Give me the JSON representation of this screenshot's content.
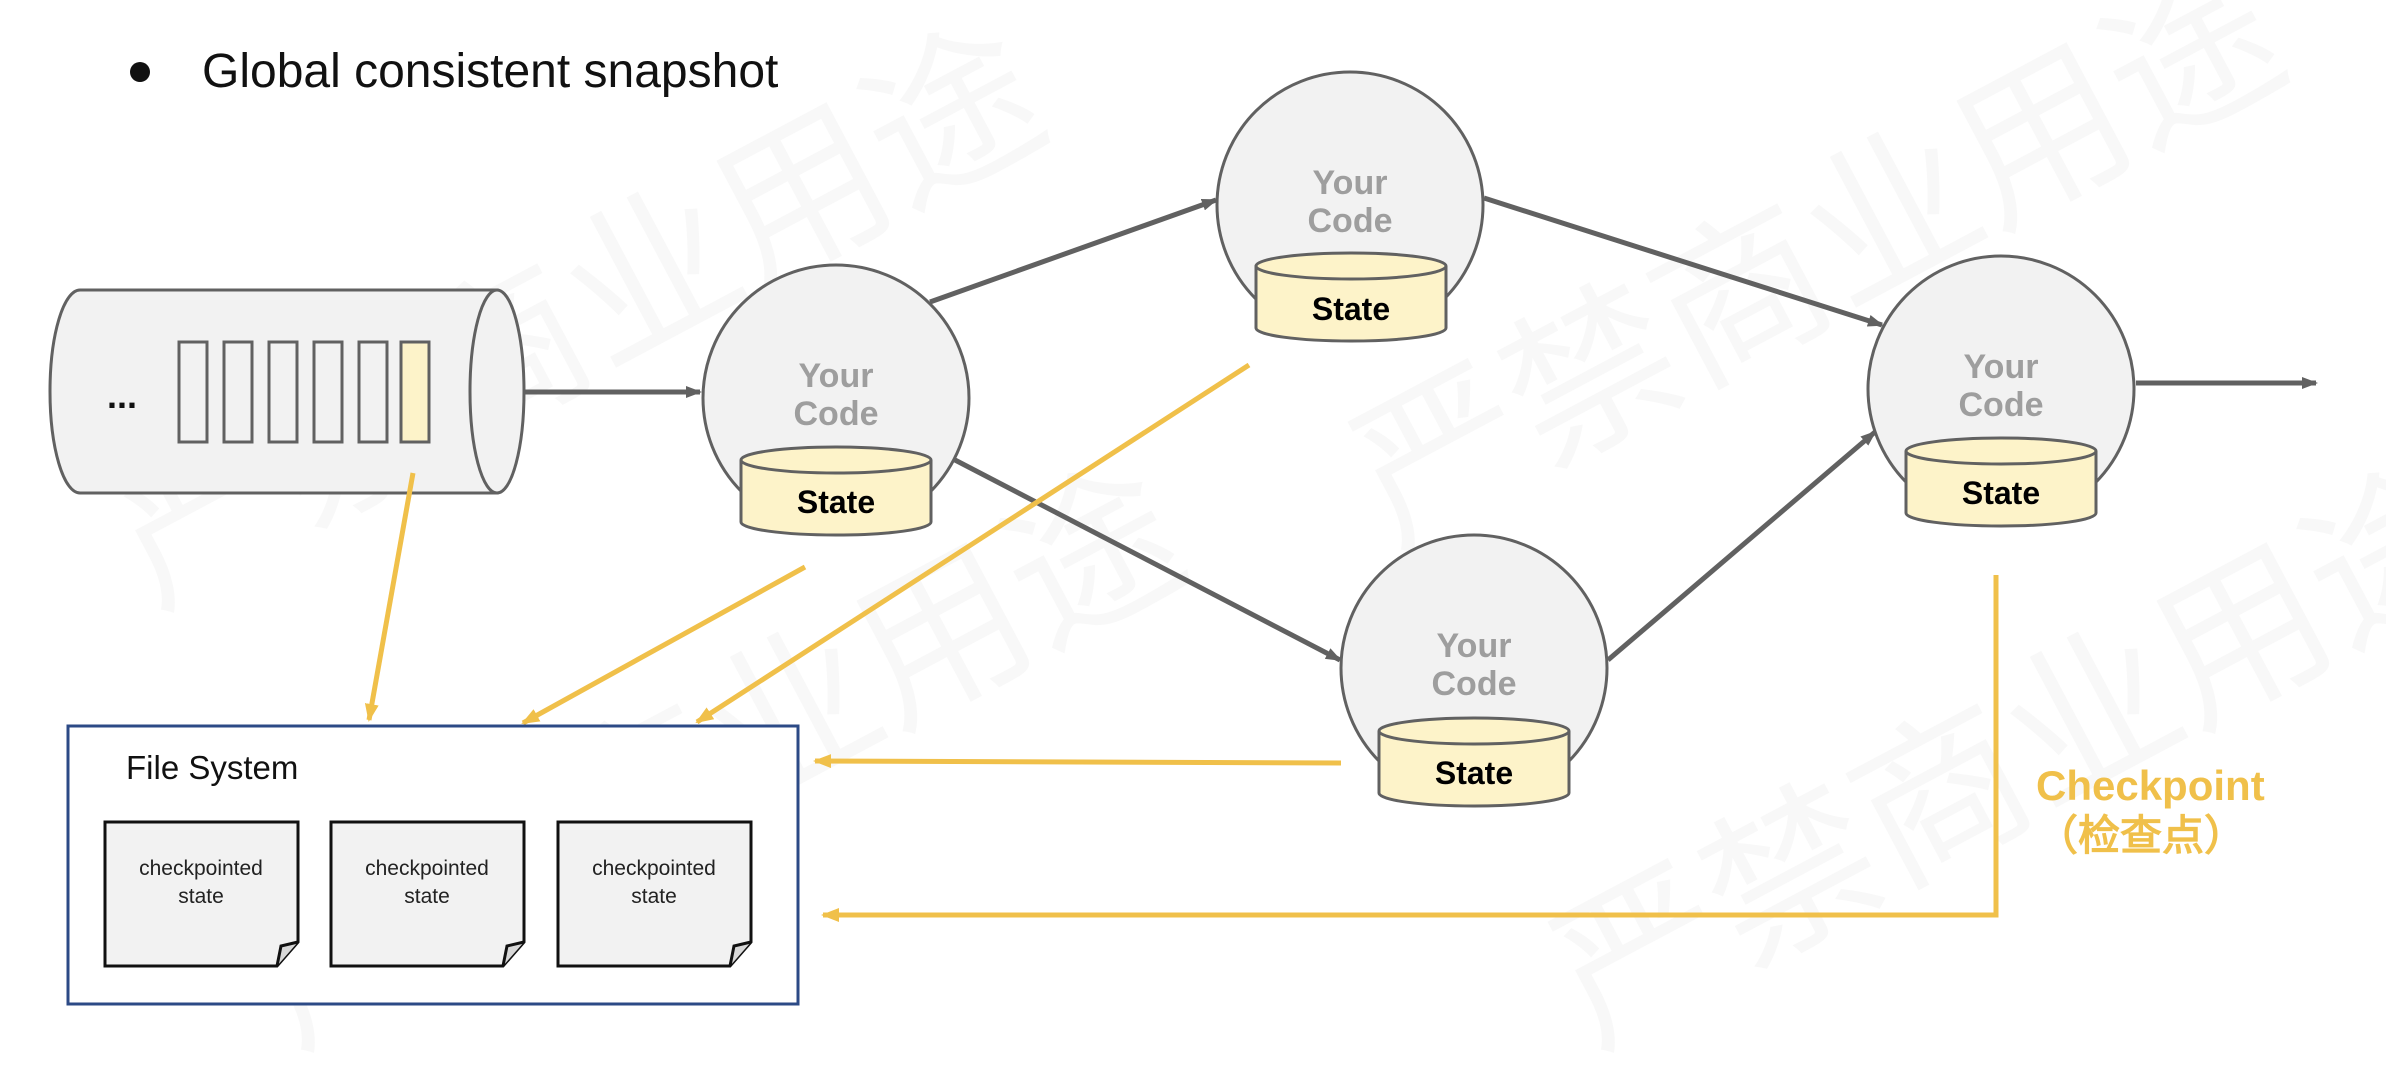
{
  "header": {
    "bullet": "●",
    "title": "Global consistent snapshot"
  },
  "watermark": {
    "text": "严禁商业用途"
  },
  "source": {
    "ellipsis": "..."
  },
  "nodes": [
    {
      "code_label_line1": "Your",
      "code_label_line2": "Code",
      "state_label": "State"
    },
    {
      "code_label_line1": "Your",
      "code_label_line2": "Code",
      "state_label": "State"
    },
    {
      "code_label_line1": "Your",
      "code_label_line2": "Code",
      "state_label": "State"
    },
    {
      "code_label_line1": "Your",
      "code_label_line2": "Code",
      "state_label": "State"
    }
  ],
  "file_system": {
    "title": "File System",
    "docs": [
      {
        "line1": "checkpointed",
        "line2": "state"
      },
      {
        "line1": "checkpointed",
        "line2": "state"
      },
      {
        "line1": "checkpointed",
        "line2": "state"
      }
    ]
  },
  "checkpoint": {
    "line1": "Checkpoint",
    "line2": "（检查点）"
  },
  "colors": {
    "flow_arrow": "#616161",
    "checkpoint_arrow": "#f0c04a",
    "state_fill": "#fdf3c9",
    "node_fill": "#f2f2f2",
    "fs_border": "#2c4a86"
  }
}
